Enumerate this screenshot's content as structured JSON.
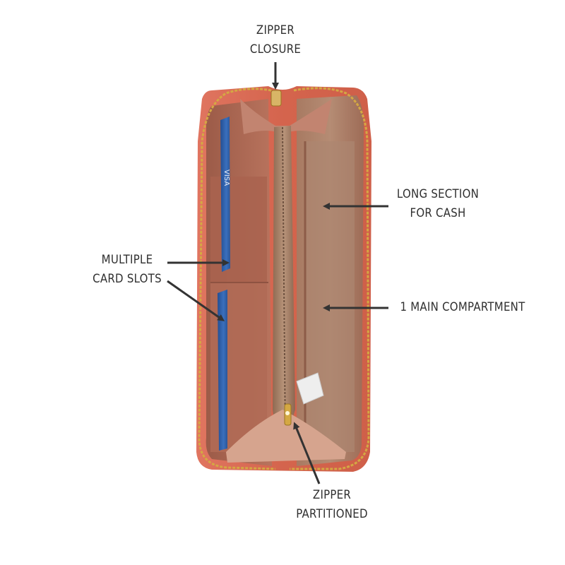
{
  "colors": {
    "background": "#ffffff",
    "text": "#2f2f2f",
    "arrow": "#333333",
    "wallet_exterior": "#d96a52",
    "wallet_lining": "#b06a55",
    "card_blue": "#2f5fa8",
    "divider": "#a98468",
    "zipper": "#d4a843"
  },
  "labels": {
    "zipper_closure": [
      "ZIPPER",
      "CLOSURE"
    ],
    "long_section": [
      "LONG SECTION",
      "FOR CASH"
    ],
    "card_slots": [
      "MULTIPLE",
      "CARD SLOTS"
    ],
    "main_compartment": [
      "1 MAIN COMPARTMENT"
    ],
    "zipper_partitioned": [
      "ZIPPER",
      "PARTITIONED"
    ]
  }
}
